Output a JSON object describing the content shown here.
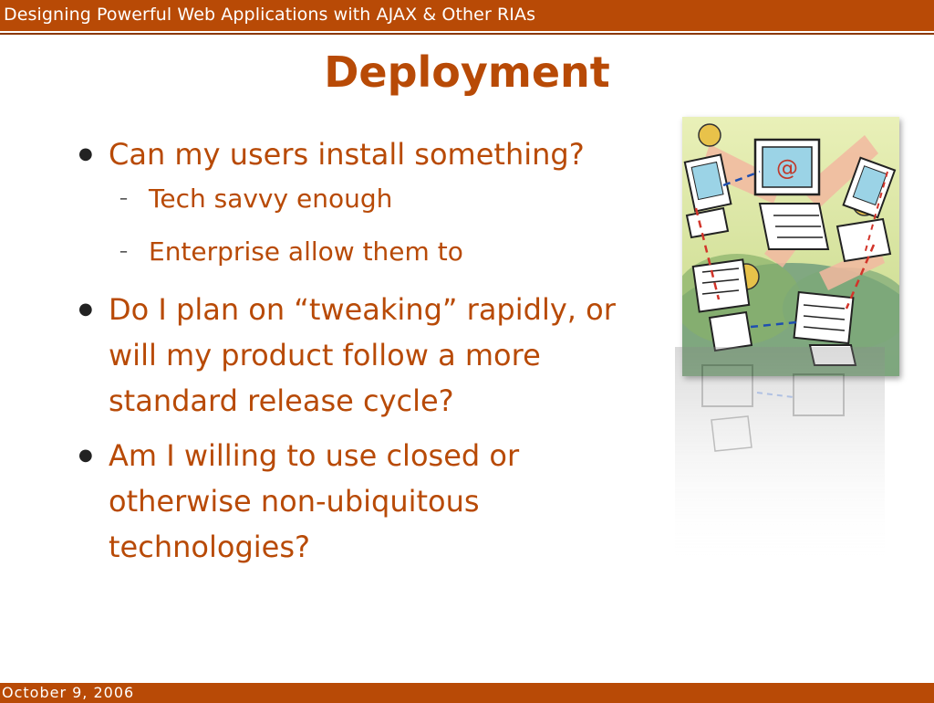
{
  "header": {
    "title": "Designing Powerful Web Applications with AJAX & Other RIAs"
  },
  "slide": {
    "title": "Deployment",
    "bullets": [
      {
        "text": "Can my users install something?",
        "subs": [
          "Tech savvy enough",
          "Enterprise allow them to"
        ]
      },
      {
        "text": "Do I plan on “tweaking” rapidly, or will my product follow a more standard release cycle?"
      },
      {
        "text": "Am I willing to use closed or otherwise non-ubiquitous technologies?"
      }
    ],
    "bullet_glyph": "●",
    "sub_glyph": "–"
  },
  "clipart": {
    "icon": "networked-computers-clipart",
    "symbol": "@"
  },
  "footer": {
    "date": "October 9, 2006"
  },
  "colors": {
    "accent": "#b84a06",
    "text": "#b84a06",
    "background": "#ffffff"
  }
}
